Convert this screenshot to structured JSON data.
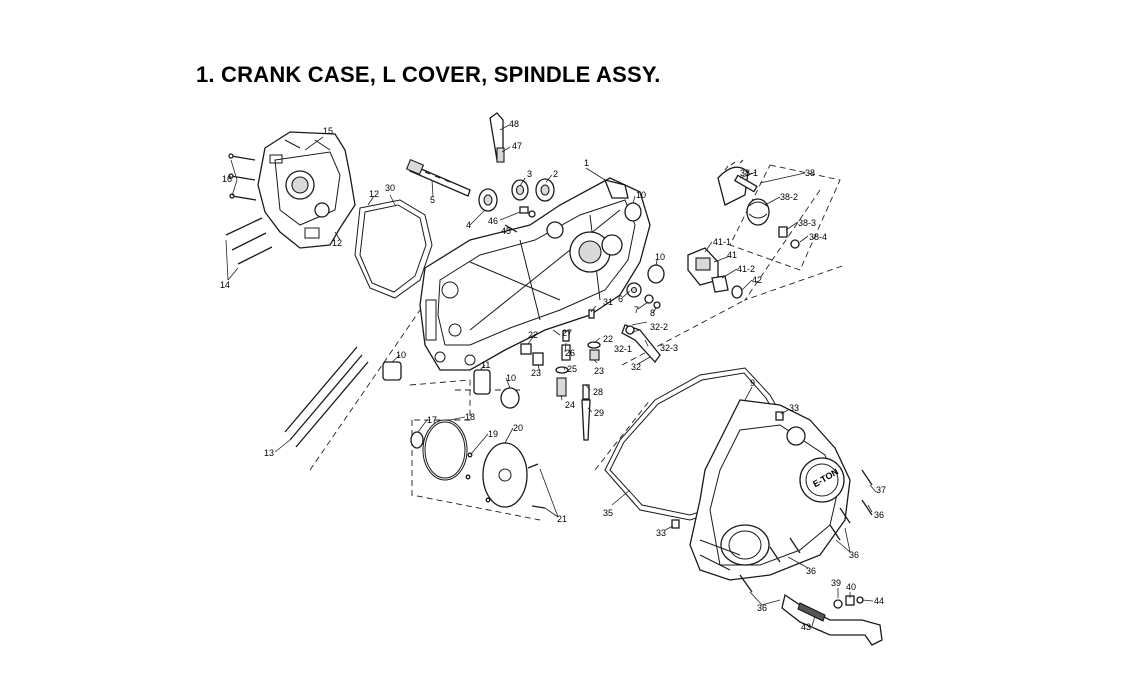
{
  "title": "1. CRANK CASE, L COVER, SPINDLE ASSY.",
  "brand_logo_text": "E-TON",
  "callouts": [
    {
      "id": "c1",
      "label": "1"
    },
    {
      "id": "c2",
      "label": "2"
    },
    {
      "id": "c3",
      "label": "3"
    },
    {
      "id": "c4",
      "label": "4"
    },
    {
      "id": "c5",
      "label": "5"
    },
    {
      "id": "c6",
      "label": "6"
    },
    {
      "id": "c7",
      "label": "7"
    },
    {
      "id": "c8",
      "label": "8"
    },
    {
      "id": "c9",
      "label": "9"
    },
    {
      "id": "c10a",
      "label": "10"
    },
    {
      "id": "c10b",
      "label": "10"
    },
    {
      "id": "c10c",
      "label": "10"
    },
    {
      "id": "c10d",
      "label": "10"
    },
    {
      "id": "c11",
      "label": "11"
    },
    {
      "id": "c12a",
      "label": "12"
    },
    {
      "id": "c12b",
      "label": "12"
    },
    {
      "id": "c13",
      "label": "13"
    },
    {
      "id": "c14",
      "label": "14"
    },
    {
      "id": "c15",
      "label": "15"
    },
    {
      "id": "c16",
      "label": "16"
    },
    {
      "id": "c17",
      "label": "17"
    },
    {
      "id": "c18",
      "label": "18"
    },
    {
      "id": "c19",
      "label": "19"
    },
    {
      "id": "c20",
      "label": "20"
    },
    {
      "id": "c21",
      "label": "21"
    },
    {
      "id": "c22a",
      "label": "22"
    },
    {
      "id": "c22b",
      "label": "22"
    },
    {
      "id": "c23a",
      "label": "23"
    },
    {
      "id": "c23b",
      "label": "23"
    },
    {
      "id": "c24",
      "label": "24"
    },
    {
      "id": "c25",
      "label": "25"
    },
    {
      "id": "c26",
      "label": "26"
    },
    {
      "id": "c27",
      "label": "27"
    },
    {
      "id": "c28",
      "label": "28"
    },
    {
      "id": "c29",
      "label": "29"
    },
    {
      "id": "c30",
      "label": "30"
    },
    {
      "id": "c31",
      "label": "31"
    },
    {
      "id": "c32",
      "label": "32"
    },
    {
      "id": "c32_1",
      "label": "32-1"
    },
    {
      "id": "c32_2",
      "label": "32-2"
    },
    {
      "id": "c32_3",
      "label": "32-3"
    },
    {
      "id": "c33a",
      "label": "33"
    },
    {
      "id": "c33b",
      "label": "33"
    },
    {
      "id": "c35",
      "label": "35"
    },
    {
      "id": "c36a",
      "label": "36"
    },
    {
      "id": "c36b",
      "label": "36"
    },
    {
      "id": "c36c",
      "label": "36"
    },
    {
      "id": "c36d",
      "label": "36"
    },
    {
      "id": "c37",
      "label": "37"
    },
    {
      "id": "c38",
      "label": "38"
    },
    {
      "id": "c38_1",
      "label": "38-1"
    },
    {
      "id": "c38_2",
      "label": "38-2"
    },
    {
      "id": "c38_3",
      "label": "38-3"
    },
    {
      "id": "c38_4",
      "label": "38-4"
    },
    {
      "id": "c39",
      "label": "39"
    },
    {
      "id": "c40",
      "label": "40"
    },
    {
      "id": "c41",
      "label": "41"
    },
    {
      "id": "c41_1",
      "label": "41-1"
    },
    {
      "id": "c41_2",
      "label": "41-2"
    },
    {
      "id": "c42",
      "label": "42"
    },
    {
      "id": "c43",
      "label": "43"
    },
    {
      "id": "c44",
      "label": "44"
    },
    {
      "id": "c45",
      "label": "45"
    },
    {
      "id": "c46",
      "label": "46"
    },
    {
      "id": "c47",
      "label": "47"
    },
    {
      "id": "c48",
      "label": "48"
    }
  ]
}
